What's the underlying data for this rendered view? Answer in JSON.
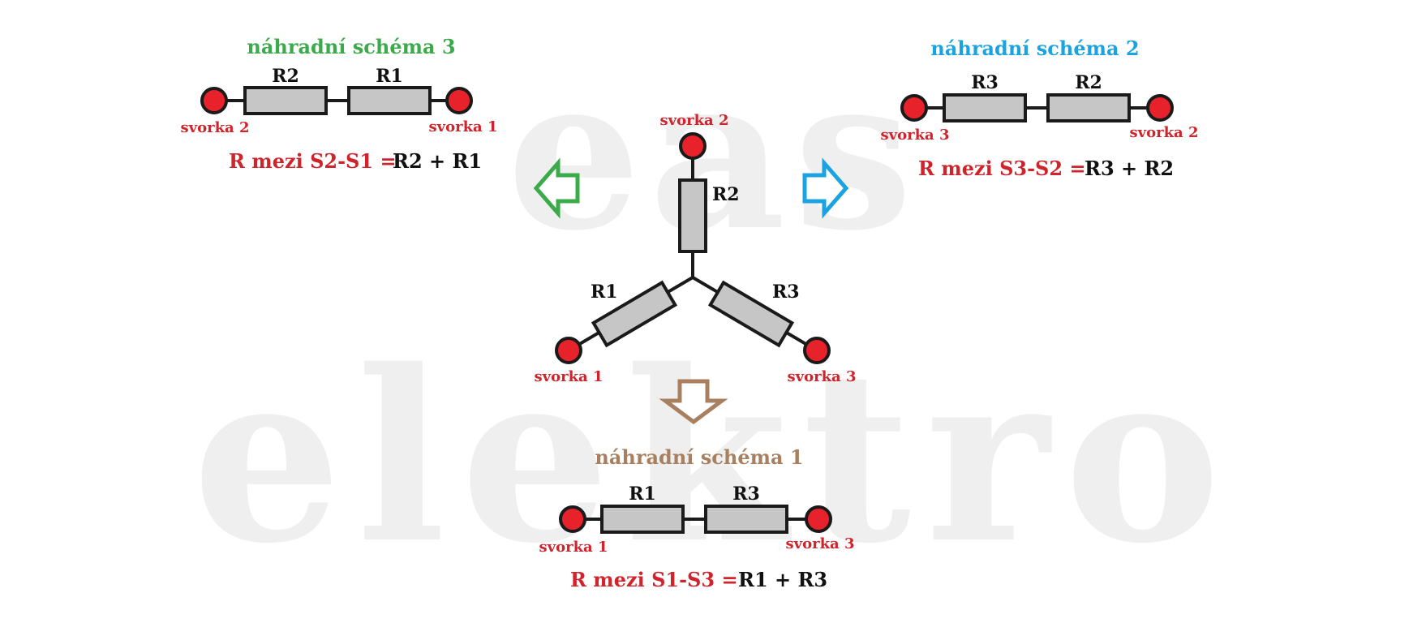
{
  "colors": {
    "terminal": "#e8222a",
    "terminal_label": "#d0242c",
    "resistor_fill": "#c6c6c6",
    "wire": "#1a1a1a",
    "scheme1": "#a9805f",
    "scheme2": "#1aa3e0",
    "scheme3": "#3aaa4a",
    "formula_red": "#d0242c",
    "formula_black": "#111111",
    "watermark": "#efefef"
  },
  "watermark": {
    "line1": "eas",
    "line2": "elektro"
  },
  "star": {
    "terminals": {
      "top": "svorka 2",
      "left": "svorka 1",
      "right": "svorka 3"
    },
    "resistors": {
      "top": "R2",
      "left": "R1",
      "right": "R3"
    }
  },
  "arrows": [
    {
      "id": "left",
      "icon": "arrow-left-outline",
      "color": "#3aaa4a"
    },
    {
      "id": "right",
      "icon": "arrow-right-outline",
      "color": "#1aa3e0"
    },
    {
      "id": "down",
      "icon": "arrow-down-outline",
      "color": "#a9805f"
    }
  ],
  "schemes": {
    "s3": {
      "title": "náhradní schéma 3",
      "resistor_a": "R2",
      "resistor_b": "R1",
      "terminal_left": "svorka 2",
      "terminal_right": "svorka 1",
      "formula_lhs": "R mezi S2-S1 =",
      "formula_rhs": "R2 + R1"
    },
    "s2": {
      "title": "náhradní schéma 2",
      "resistor_a": "R3",
      "resistor_b": "R2",
      "terminal_left": "svorka 3",
      "terminal_right": "svorka 2",
      "formula_lhs": "R mezi S3-S2 =",
      "formula_rhs": "R3 + R2"
    },
    "s1": {
      "title": "náhradní schéma 1",
      "resistor_a": "R1",
      "resistor_b": "R3",
      "terminal_left": "svorka 1",
      "terminal_right": "svorka 3",
      "formula_lhs": "R mezi S1-S3 =",
      "formula_rhs": "R1 + R3"
    }
  }
}
